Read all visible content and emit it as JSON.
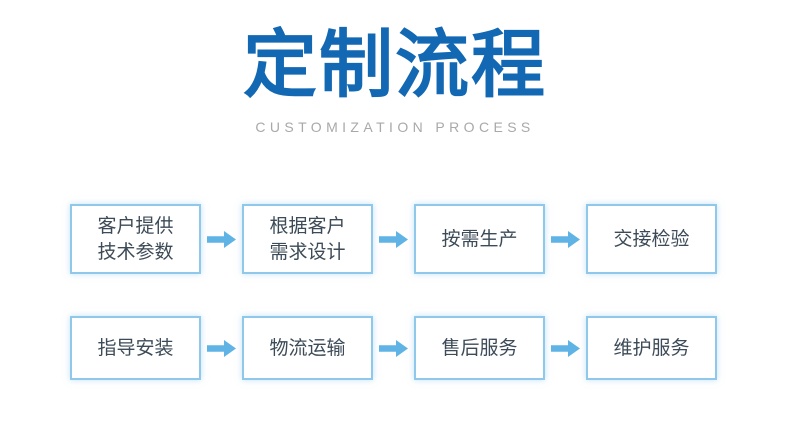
{
  "header": {
    "title": "定制流程",
    "subtitle": "CUSTOMIZATION PROCESS"
  },
  "colors": {
    "title_blue": "#1268b3",
    "subtitle_gray": "#a9a9a9",
    "box_border": "#8fc8ea",
    "arrow_blue": "#5fb4e5",
    "box_text": "#3c4b57",
    "background": "#ffffff"
  },
  "flow": {
    "arrow_icon": "arrow-right-icon",
    "rows": [
      {
        "steps": [
          {
            "lines": [
              "客户提供",
              "技术参数"
            ]
          },
          {
            "lines": [
              "根据客户",
              "需求设计"
            ]
          },
          {
            "lines": [
              "按需生产"
            ]
          },
          {
            "lines": [
              "交接检验"
            ]
          }
        ]
      },
      {
        "steps": [
          {
            "lines": [
              "指导安装"
            ]
          },
          {
            "lines": [
              "物流运输"
            ]
          },
          {
            "lines": [
              "售后服务"
            ]
          },
          {
            "lines": [
              "维护服务"
            ]
          }
        ]
      }
    ]
  }
}
